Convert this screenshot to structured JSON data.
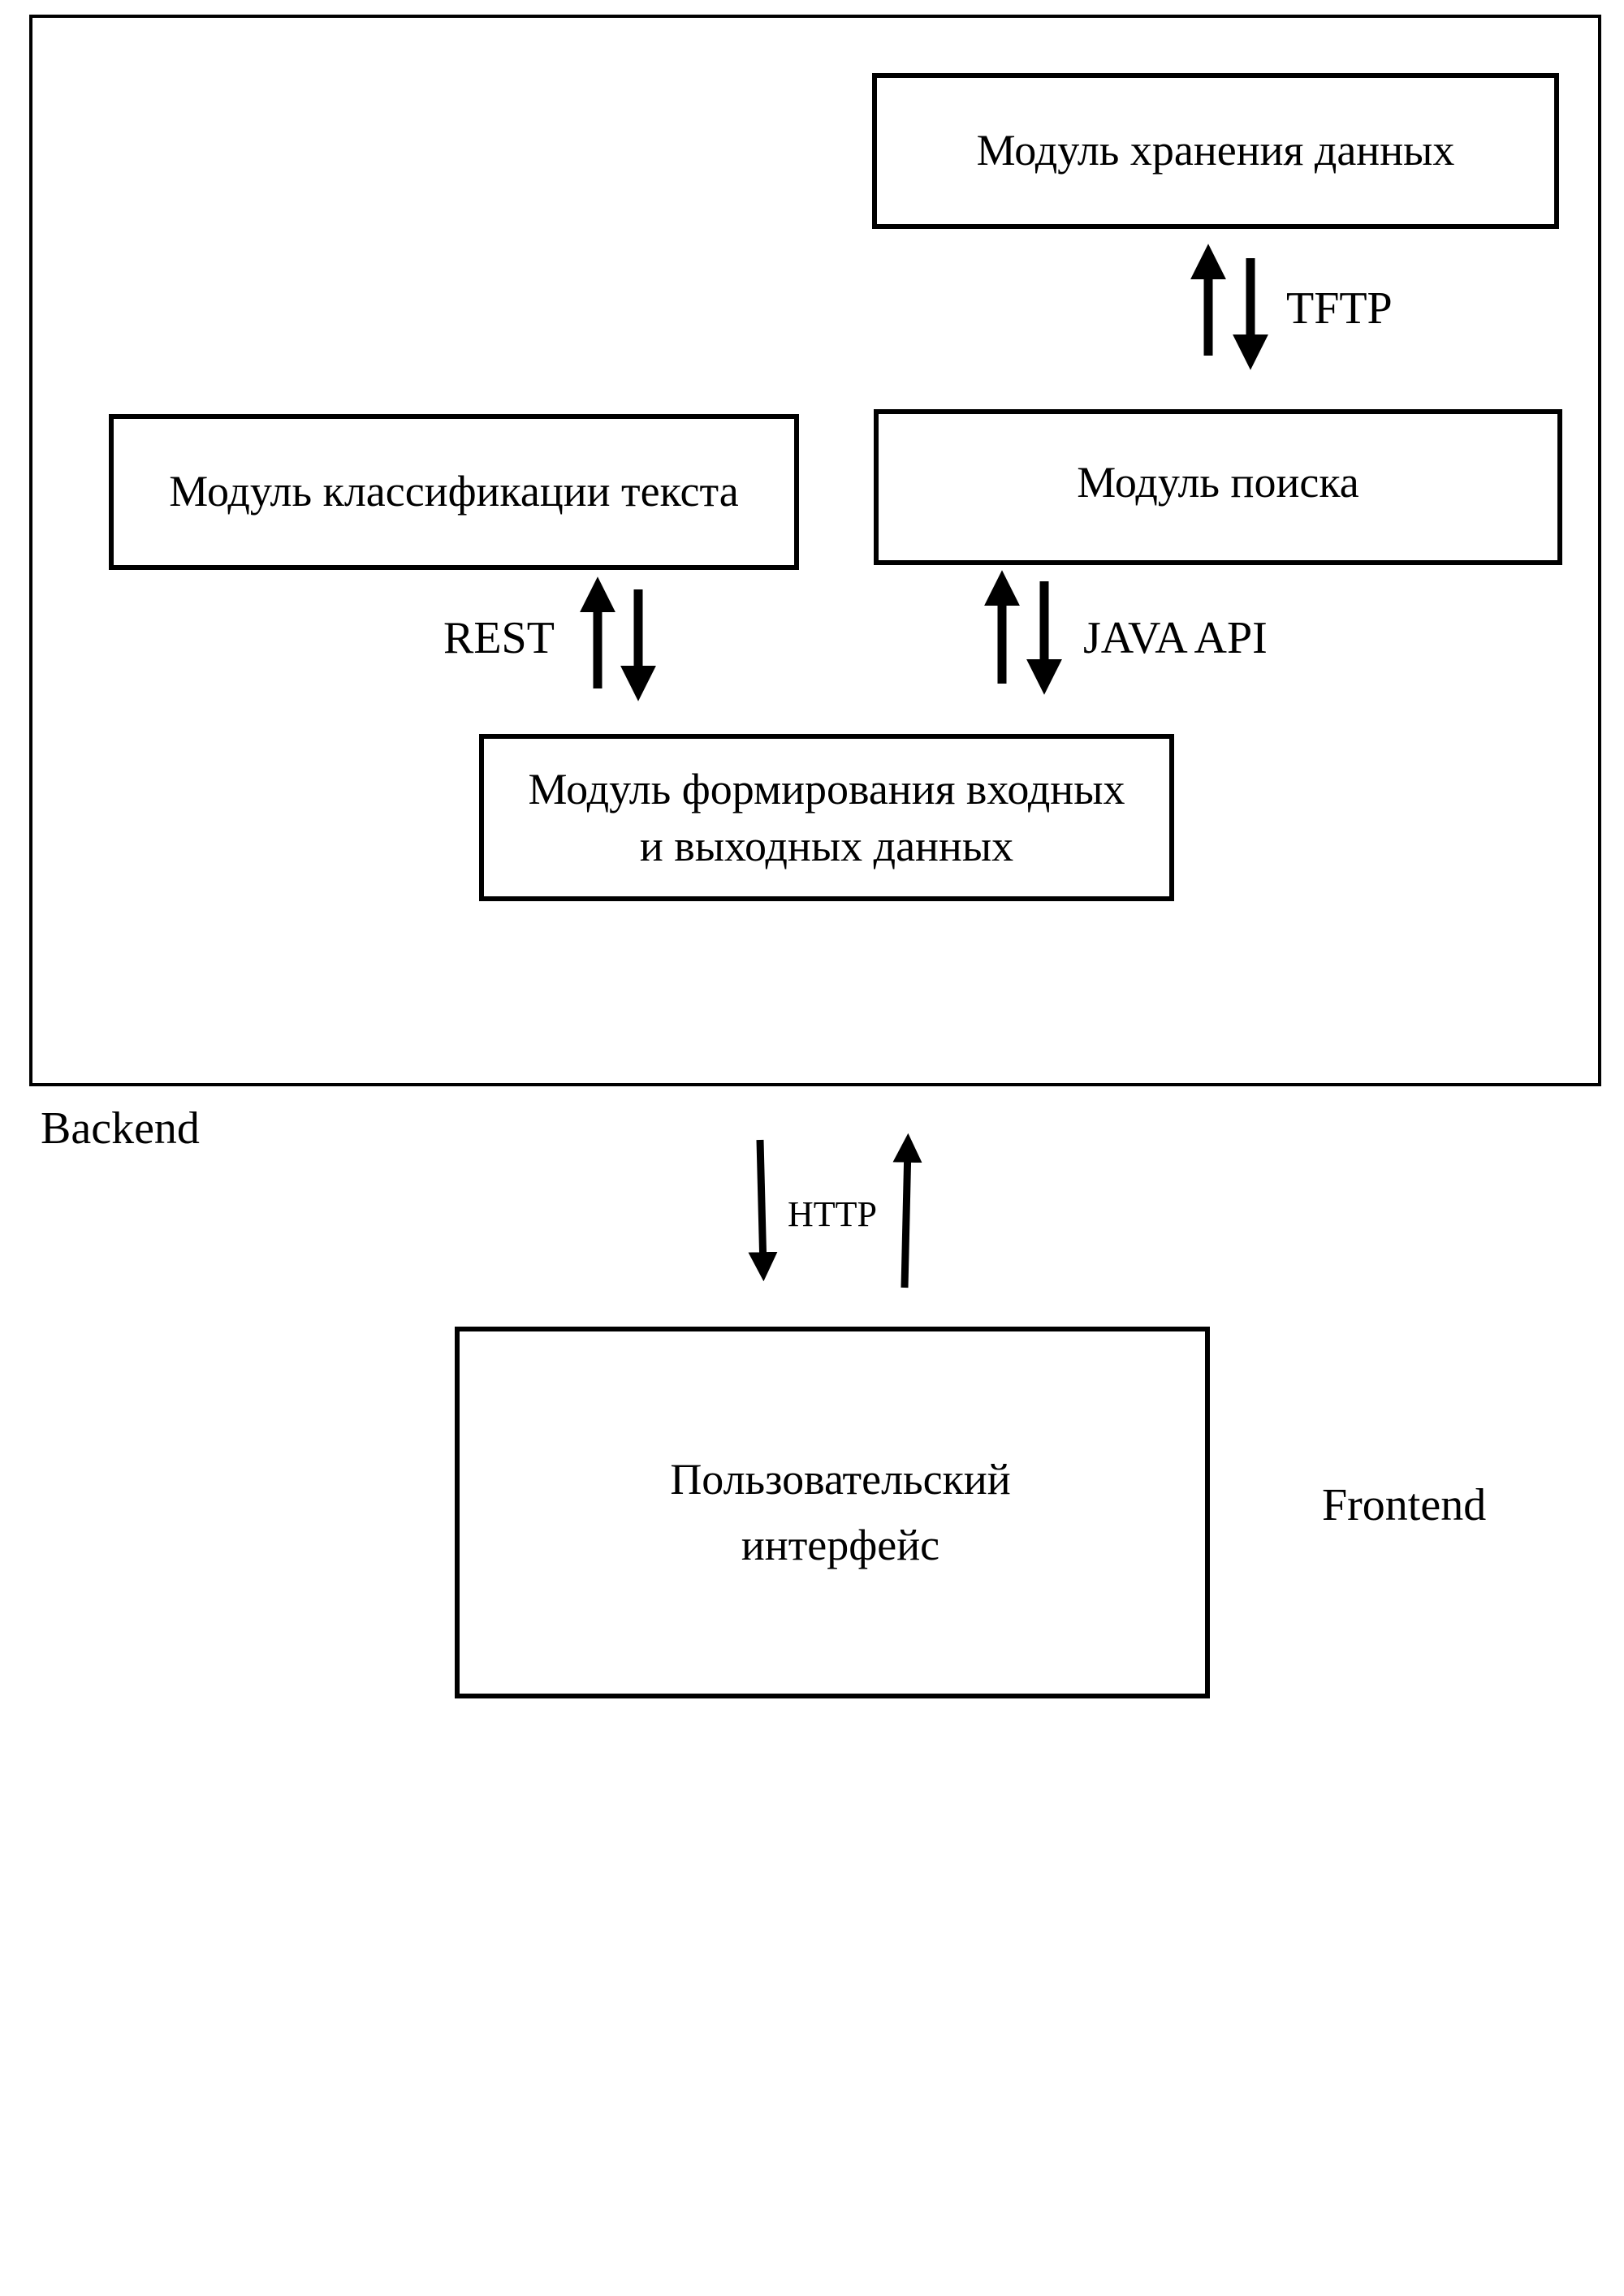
{
  "backend": {
    "label": "Backend",
    "modules": {
      "storage": "Модуль хранения данных",
      "classification": "Модуль классификации текста",
      "search": "Модуль поиска",
      "io_line1": "Модуль формирования входных",
      "io_line2": "и выходных данных"
    },
    "protocols": {
      "tftp": "TFTP",
      "rest": "REST",
      "java_api": "JAVA API"
    }
  },
  "link": {
    "http": "HTTP"
  },
  "frontend": {
    "label": "Frontend",
    "ui_line1": "Пользовательский",
    "ui_line2": "интерфейс"
  }
}
